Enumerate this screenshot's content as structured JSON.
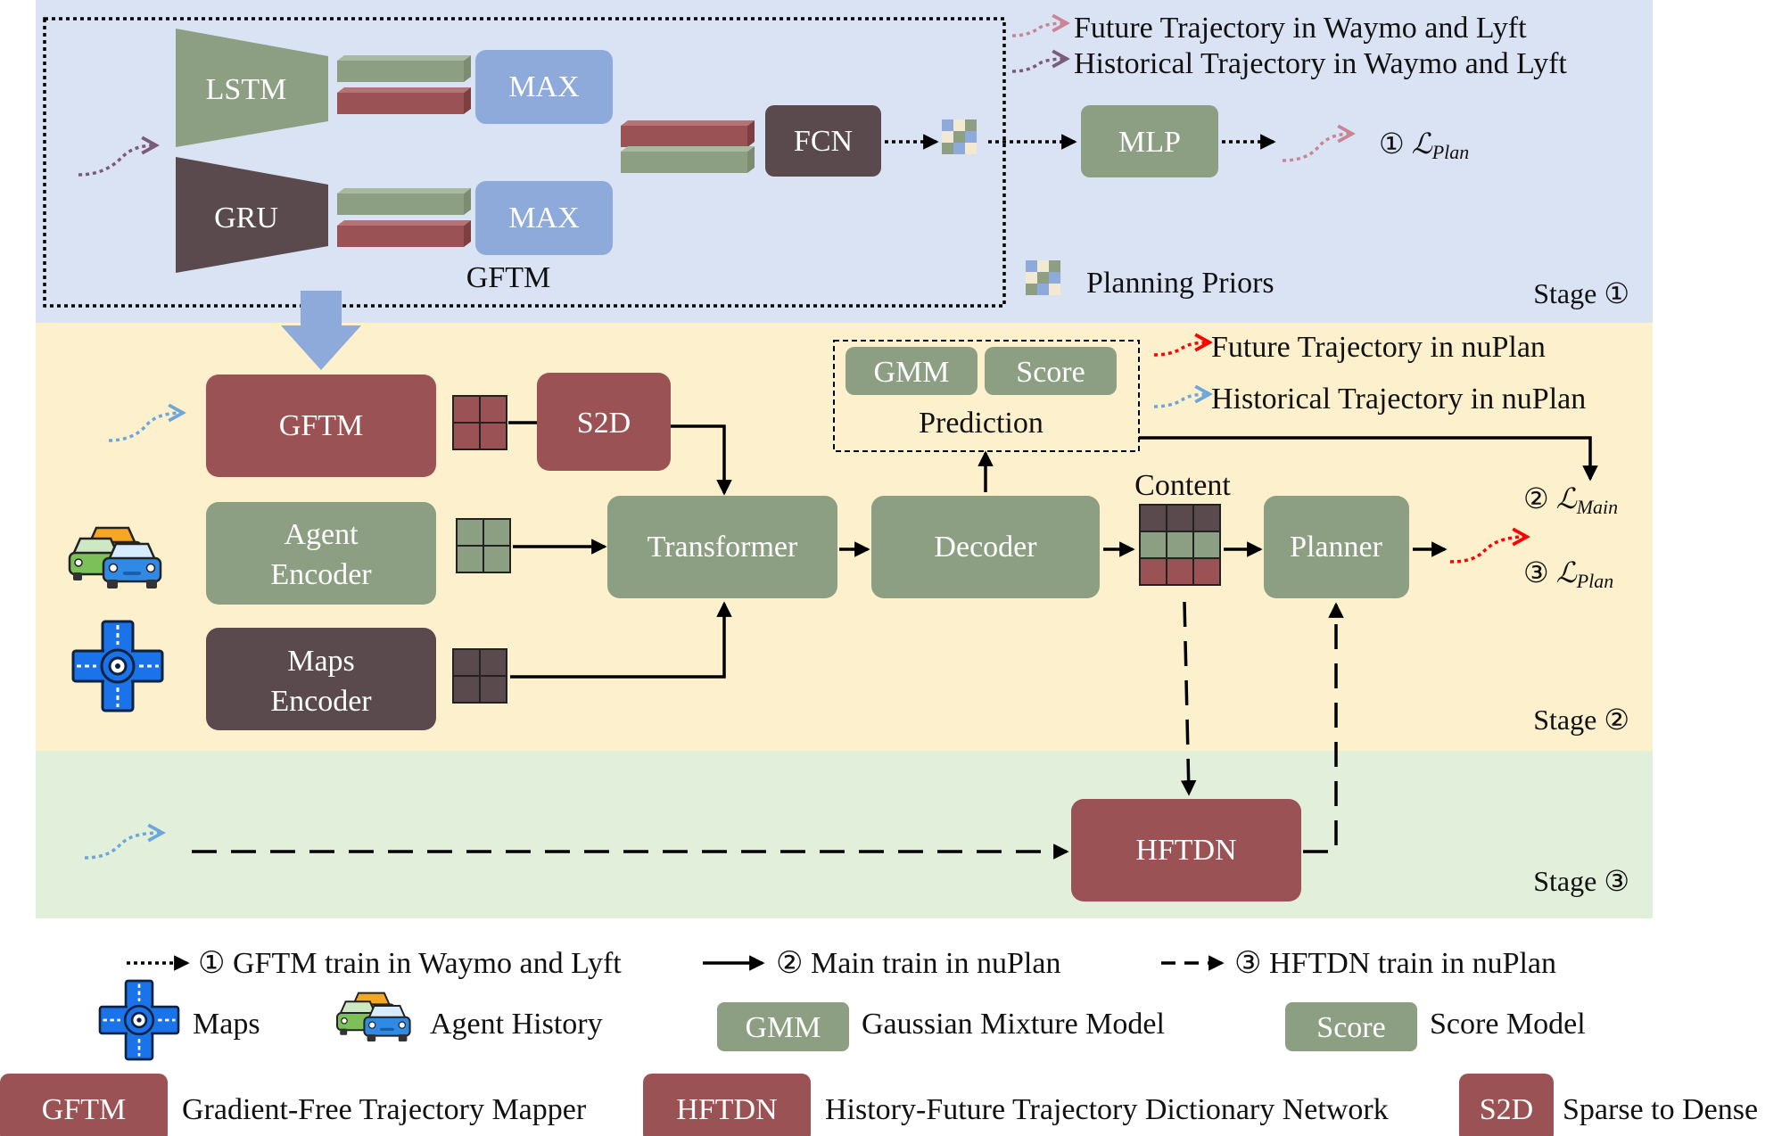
{
  "colors": {
    "stage1_bg": "#dae3f3",
    "stage2_bg": "#fdf0cc",
    "stage3_bg": "#e2efda",
    "maroon": "#9b5254",
    "dark": "#5a4a4e",
    "green": "#8d9f82",
    "blue": "#8eaadb",
    "red_arrow": "#ff0000",
    "blue_arrow": "#6ea6dc",
    "pink_arrow": "#c98596",
    "purple_arrow": "#7b5a7a"
  },
  "stage1": {
    "lstm": "LSTM",
    "gru": "GRU",
    "max_top": "MAX",
    "max_bottom": "MAX",
    "fcn": "FCN",
    "gftm_caption": "GFTM",
    "mlp": "MLP",
    "loss_num": "①",
    "loss_script": "ℒ",
    "loss_sub": "Plan",
    "legend_future": "Future Trajectory  in Waymo and Lyft",
    "legend_history": "Historical Trajectory  in Waymo and Lyft",
    "planning_priors": "Planning Priors",
    "stage_label": "Stage ①"
  },
  "stage2": {
    "gftm": "GFTM",
    "s2d": "S2D",
    "agent_encoder": [
      "Agent",
      "Encoder"
    ],
    "maps_encoder": [
      "Maps",
      "Encoder"
    ],
    "transformer": "Transformer",
    "decoder": "Decoder",
    "gmm": "GMM",
    "score": "Score",
    "prediction": "Prediction",
    "content": "Content",
    "planner": "Planner",
    "legend_future": "Future Trajectory in nuPlan",
    "legend_history": "Historical Trajectory in nuPlan",
    "loss_main_num": "②",
    "loss_main_script": "ℒ",
    "loss_main_sub": "Main",
    "loss_plan_num": "③",
    "loss_plan_script": "ℒ",
    "loss_plan_sub": "Plan",
    "stage_label": "Stage ②"
  },
  "stage3": {
    "hftdn": "HFTDN",
    "stage_label": "Stage ③"
  },
  "legend": {
    "line1": "① GFTM train in Waymo and Lyft",
    "line2": "② Main train in nuPlan",
    "line3": "③ HFTDN train  in nuPlan",
    "maps": "Maps",
    "agent_history": "Agent History",
    "gmm_badge": "GMM",
    "gmm_desc": "Gaussian Mixture Model",
    "score_badge": "Score",
    "score_desc": "Score Model",
    "gftm_badge": "GFTM",
    "gftm_desc": "Gradient-Free Trajectory Mapper",
    "hftdn_badge": "HFTDN",
    "hftdn_desc": "History-Future Trajectory Dictionary Network",
    "s2d_badge": "S2D",
    "s2d_desc": "Sparse to Dense"
  }
}
